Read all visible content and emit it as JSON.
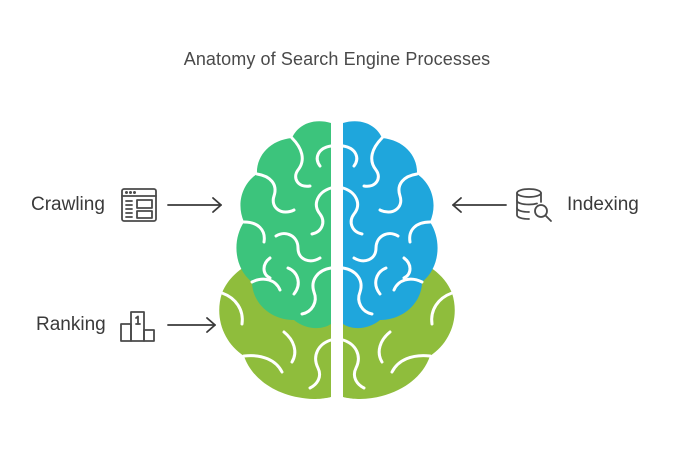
{
  "title": "Anatomy of Search Engine Processes",
  "labels": {
    "crawling": "Crawling",
    "ranking": "Ranking",
    "indexing": "Indexing"
  },
  "icons": {
    "crawling": "web-page-scan-icon",
    "ranking": "podium-rank-icon",
    "indexing": "database-search-icon"
  },
  "colors": {
    "green_upper": "#3cc47c",
    "green_lower": "#8fbd3c",
    "blue": "#1fa6dc",
    "text": "#3a3a3a",
    "icon_stroke": "#4a4a4a"
  }
}
